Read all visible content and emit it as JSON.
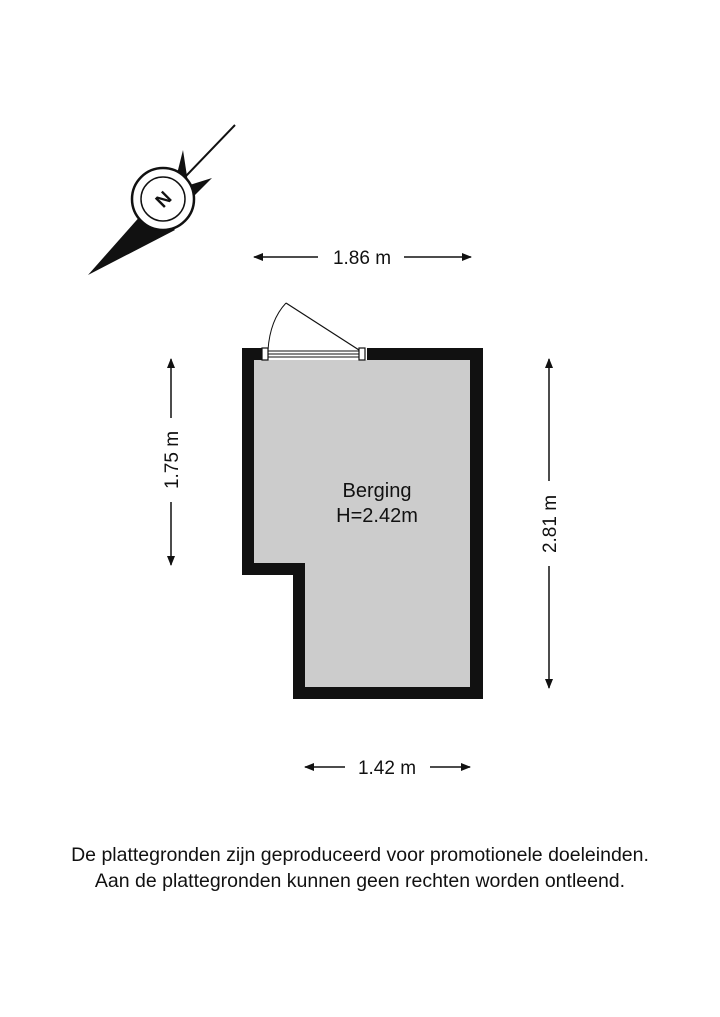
{
  "compass": {
    "letter": "N"
  },
  "dimensions": {
    "top_width": "1.86 m",
    "left_height": "1.75 m",
    "right_height": "2.81 m",
    "bottom_width": "1.42 m"
  },
  "room": {
    "name": "Berging",
    "height": "H=2.42m"
  },
  "disclaimer": {
    "line1": "De plattegronden zijn geproduceerd voor promotionele doeleinden.",
    "line2": "Aan de plattegronden kunnen geen rechten worden ontleend."
  },
  "colors": {
    "wall": "#111111",
    "floor": "#cccccc",
    "background": "#ffffff"
  }
}
